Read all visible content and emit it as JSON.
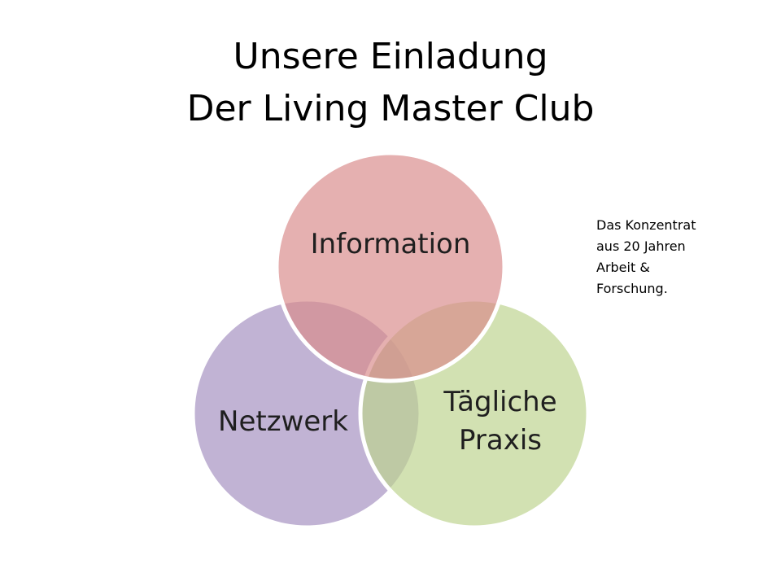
{
  "slide": {
    "title_lines": [
      "Unsere Einladung",
      "Der Living Master Club"
    ],
    "note_lines": [
      "Das Konzentrat",
      "aus 20 Jahren",
      "Arbeit &",
      "Forschung."
    ]
  },
  "venn": {
    "circles": [
      {
        "id": "information",
        "label_lines": [
          "Information"
        ],
        "color": "#d88a8a"
      },
      {
        "id": "taegliche-praxis",
        "label_lines": [
          "Tägliche",
          "Praxis"
        ],
        "color": "#bcd38e"
      },
      {
        "id": "netzwerk",
        "label_lines": [
          "Netzwerk"
        ],
        "color": "#a48fbf"
      }
    ]
  }
}
